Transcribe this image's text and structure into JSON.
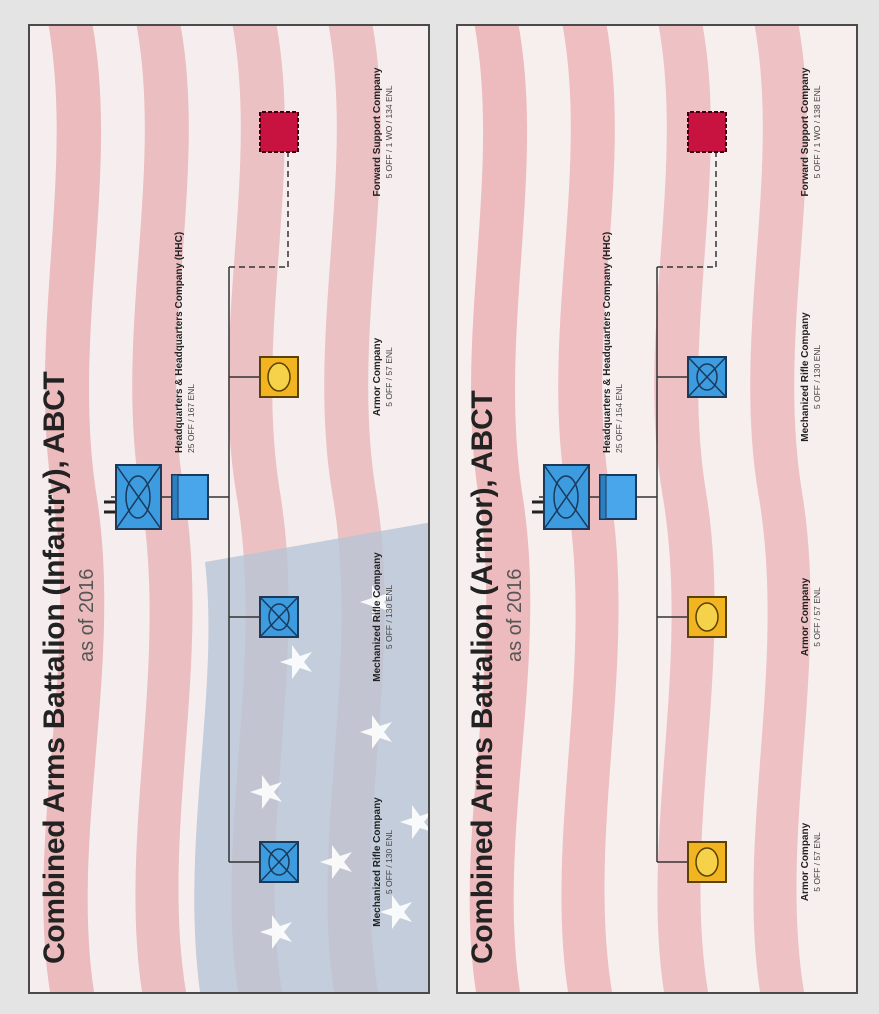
{
  "colors": {
    "infantry_blue": "#3d9be0",
    "armor_yellow": "#f2b521",
    "support_red": "#c8123f",
    "border": "#4a4a4a",
    "text": "#222222"
  },
  "panels": [
    {
      "title": "Combined Arms Battalion (Infantry), ABCT",
      "subtitle": "as of 2016",
      "battalion_symbol": "battalion-mechanized-infantry-icon",
      "hhc": {
        "name": "Headquarters & Headquarters Company (HHC)",
        "strength": "25 OFF / 167 ENL",
        "symbol": "hhc-icon"
      },
      "companies": [
        {
          "name": "Mechanized Rifle Company",
          "strength": "5 OFF / 130 ENL",
          "symbol": "mechanized-infantry-icon"
        },
        {
          "name": "Mechanized Rifle Company",
          "strength": "5 OFF / 130 ENL",
          "symbol": "mechanized-infantry-icon"
        },
        {
          "name": "Armor Company",
          "strength": "5 OFF / 57 ENL",
          "symbol": "armor-icon"
        },
        {
          "name": "Forward Support Company",
          "strength": "5 OFF / 1 WO / 134 ENL",
          "symbol": "support-icon"
        }
      ]
    },
    {
      "title": "Combined Arms Battalion (Armor), ABCT",
      "subtitle": "as of 2016",
      "battalion_symbol": "battalion-mechanized-infantry-icon",
      "hhc": {
        "name": "Headquarters & Headquarters Company (HHC)",
        "strength": "25 OFF / 154 ENL",
        "symbol": "hhc-icon"
      },
      "companies": [
        {
          "name": "Armor Company",
          "strength": "5 OFF / 57 ENL",
          "symbol": "armor-icon"
        },
        {
          "name": "Armor Company",
          "strength": "5 OFF / 57 ENL",
          "symbol": "armor-icon"
        },
        {
          "name": "Mechanized Rifle Company",
          "strength": "5 OFF / 130 ENL",
          "symbol": "mechanized-infantry-icon"
        },
        {
          "name": "Forward Support Company",
          "strength": "5 OFF / 1 WO / 138 ENL",
          "symbol": "support-icon"
        }
      ]
    }
  ]
}
